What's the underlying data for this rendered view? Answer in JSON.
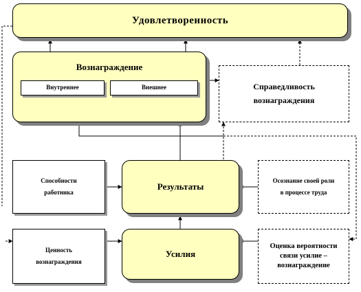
{
  "diagram": {
    "satisfaction": "Удовлетворенность",
    "reward": "Вознаграждение",
    "internal": "Внутреннее",
    "external": "Внешнее",
    "fairness": "Справедливость вознаграждения",
    "results": "Результаты",
    "efforts": "Усилия",
    "abilities": "Способности работника",
    "role_awareness": "Осознание своей роли в процессе труда",
    "reward_value": "Ценность вознаграждения",
    "probability": "Оценка вероятности связи усилие – вознаграждение"
  }
}
